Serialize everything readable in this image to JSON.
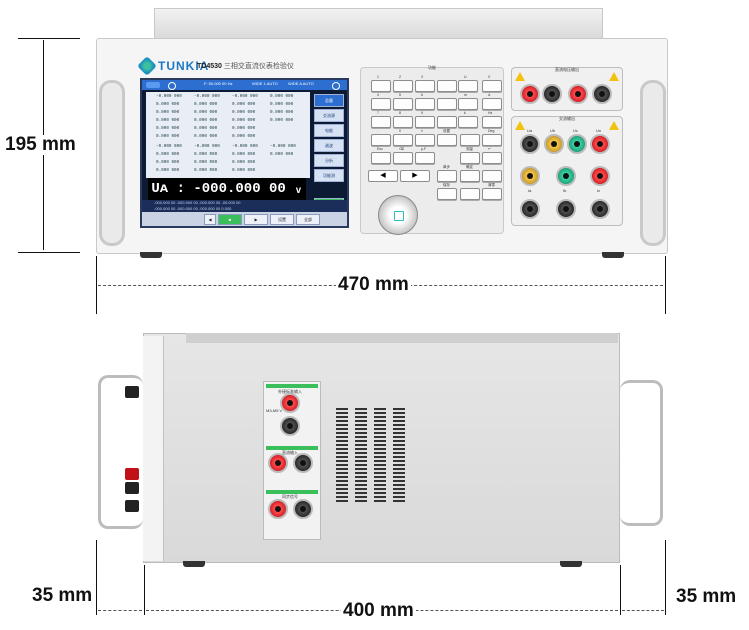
{
  "brand": {
    "logo_text": "TUNKIA",
    "model": "TD4530",
    "model_description": "三相交直流仪表检验仪"
  },
  "screen": {
    "status_items": [
      "",
      "",
      "F: 50.000 00 Hz",
      "WIDE 1 AUTO",
      "WIDE A AUTO"
    ],
    "rows": [
      [
        "-0.000 000",
        "-0.000 000",
        "-0.000 000",
        "0.000 000"
      ],
      [
        "0.000 000",
        "0.000 000",
        "0.000 000",
        "0.000 000"
      ],
      [
        "0.000 000",
        "0.000 000",
        "0.000 000",
        "0.000 000"
      ],
      [
        "0.000 000",
        "0.000 000",
        "0.000 000",
        "0.000 000"
      ],
      [
        "0.000 000",
        "0.000 000",
        "0.000 000",
        ""
      ],
      [
        "0.000 000",
        "0.000 000",
        "0.000 000",
        ""
      ],
      [
        "-0.000 000",
        "-0.000 000",
        "-0.000 000",
        "-0.000 000"
      ],
      [
        "0.000 000",
        "0.000 000",
        "0.000 000",
        "0.000 000"
      ],
      [
        "0.000 000",
        "0.000 000",
        "0.000 000",
        ""
      ],
      [
        "0.000 000",
        "0.000 000",
        "0.000 000",
        ""
      ]
    ],
    "side_buttons": [
      "总量",
      "交流源",
      "电能",
      "谐波",
      "分析",
      "功能测",
      "输出"
    ],
    "big_readout": "Uᴀ : -000.000 00 ᵥ",
    "bottom_line_1": "-000.000 00    -000.000 00    -000.000 00    -00.000 00",
    "bottom_line_2": "-000.000 00    -000.000 00    -000.000 00    0.000",
    "bottom_buttons": [
      "◀",
      "■",
      "▶",
      "设置",
      "全部"
    ]
  },
  "keypad": {
    "title": "功能",
    "labels": [
      "1",
      "2",
      "3",
      "U",
      "V",
      "4",
      "5",
      "6",
      "m",
      "A",
      "7",
      "8",
      "9",
      "k",
      "Hz",
      "0",
      ".",
      "±",
      "Deg",
      "Esc",
      "⌫",
      "μ,F",
      "设置",
      "测量",
      "↵",
      "单步",
      "确定",
      "保存",
      "清零"
    ]
  },
  "io_panels": {
    "voltage_out_title": "直流电压输出",
    "current_out_title": "交流输出",
    "terminal_labels": [
      "Ua",
      "Ub",
      "Uc",
      "Un",
      "Ia",
      "Ib",
      "Ic"
    ]
  },
  "side_panel": {
    "labels": [
      "外接标准输入",
      "M3-M5 V",
      "直流输入",
      "同步信号"
    ]
  },
  "dimensions": {
    "height": "195 mm",
    "width": "470 mm",
    "depth": "400 mm",
    "handle_front": "35 mm",
    "handle_rear": "35 mm"
  },
  "colors": {
    "screen_bg": "#0d1a33",
    "screen_header": "#2c6fd1",
    "terminal_red": "#d0101e",
    "terminal_yellow": "#e0a82a",
    "terminal_green": "#14a47a",
    "brand_blue": "#1b78c4"
  }
}
